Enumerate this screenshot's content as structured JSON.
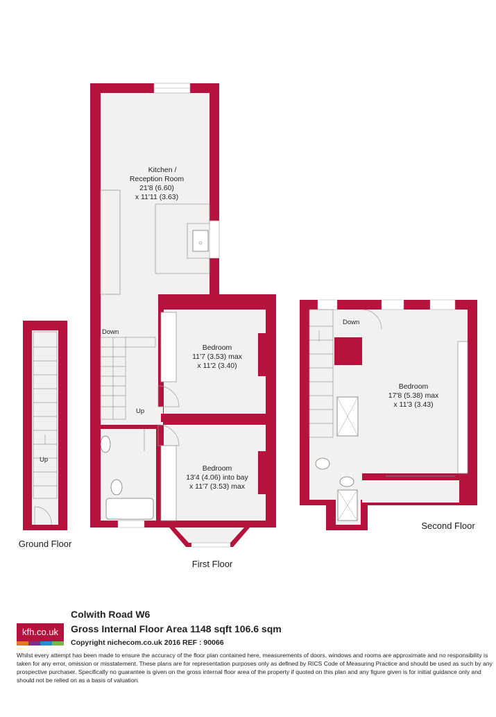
{
  "rooms": {
    "kitchen": {
      "name_line1": "Kitchen /",
      "name_line2": "Reception Room",
      "dim1": "21'8 (6.60)",
      "dim2": "x 11'11 (3.63)"
    },
    "bedroom1": {
      "name": "Bedroom",
      "dim1": "11'7 (3.53) max",
      "dim2": "x 11'2 (3.40)"
    },
    "bedroom2": {
      "name": "Bedroom",
      "dim1": "13'4 (4.06) into bay",
      "dim2": "x 11'7 (3.53) max"
    },
    "bedroom3": {
      "name": "Bedroom",
      "dim1": "17'8 (5.38) max",
      "dim2": "x 11'3 (3.43)"
    }
  },
  "stairs": {
    "down_first": "Down",
    "up_first": "Up",
    "up_ground": "Up",
    "down_second": "Down"
  },
  "floors": {
    "ground": "Ground Floor",
    "first": "First Floor",
    "second": "Second Floor"
  },
  "footer": {
    "logo_text": "kfh.co.uk",
    "address": "Colwith Road W6",
    "area": "Gross Internal Floor Area 1148 sqft 106.6 sqm",
    "copyright": "Copyright nichecom.co.uk 2016 REF : 90066",
    "disclaimer": "Whilst every attempt has been made to ensure the accuracy of the floor plan contained here, measurements of doors, windows and rooms are approximate and no responsibility is taken for any error, omission or misstatement.  These plans are for representation purposes only as defined by RICS Code of Measuring Practice and should be used as such by any prospective purchaser.  Specifically no guarantee is given on the gross internal floor area of the property if quoted on this plan and any figure given is for initial guidance only and should not be relied on as a basis of valuation."
  },
  "colors": {
    "wall": "#b5123d",
    "floor": "#f2f1ef",
    "logo_stripes": [
      "#e07b1c",
      "#7a2f8c",
      "#2a8fc9",
      "#7ab648"
    ]
  }
}
